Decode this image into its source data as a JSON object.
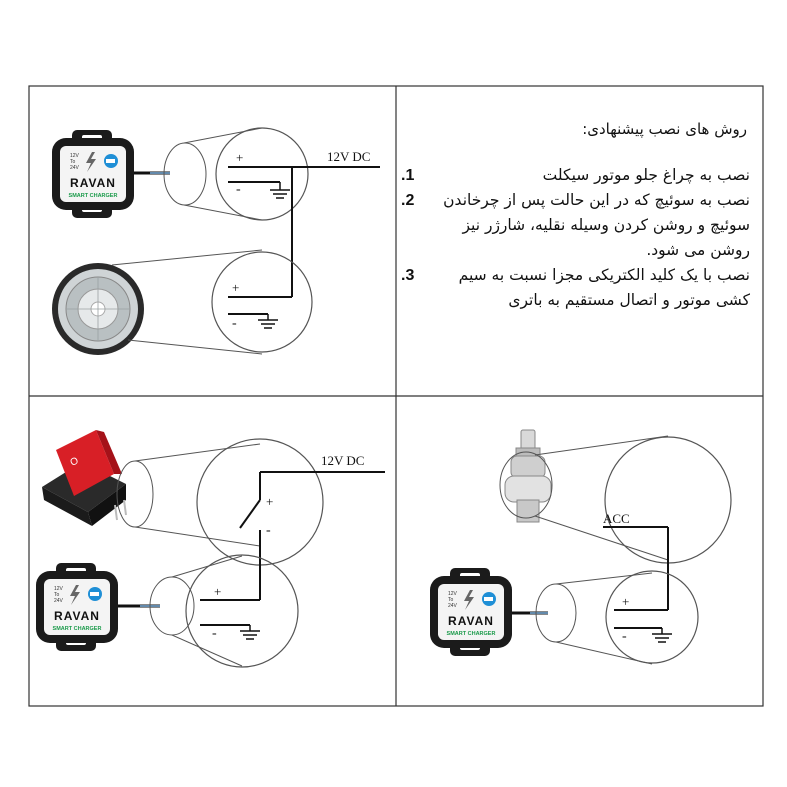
{
  "panels": {
    "top_left": {
      "voltage_label": "12V DC",
      "plus": "+",
      "minus": "-"
    },
    "bottom_left": {
      "voltage_label": "12V DC",
      "plus": "+",
      "minus": "-"
    },
    "bottom_right": {
      "acc_label": "ACC",
      "plus": "+",
      "minus": "-"
    }
  },
  "device": {
    "brand": "RAVAN",
    "subtitle": "SMART CHARGER",
    "volt_lines": [
      "12V",
      "To",
      "24V"
    ]
  },
  "instructions": {
    "title": "روش های نصب پیشنهادی:",
    "items": [
      {
        "num": ".1",
        "text": "نصب به چراغ جلو موتور سیکلت"
      },
      {
        "num": ".2",
        "text": "نصب به سوئیچ که در این حالت پس از چرخاندن سوئیچ و روشن کردن وسیله نقلیه، شارژر نیز روشن می شود."
      },
      {
        "num": ".3",
        "text": "نصب با یک کلید الکتریکی مجزا نسبت به سیم کشی موتور و اتصال مستقیم به باتری"
      }
    ]
  },
  "colors": {
    "device_green": "#1a9a4a",
    "device_blue": "#1f8fd6",
    "switch_red": "#d81f26"
  }
}
